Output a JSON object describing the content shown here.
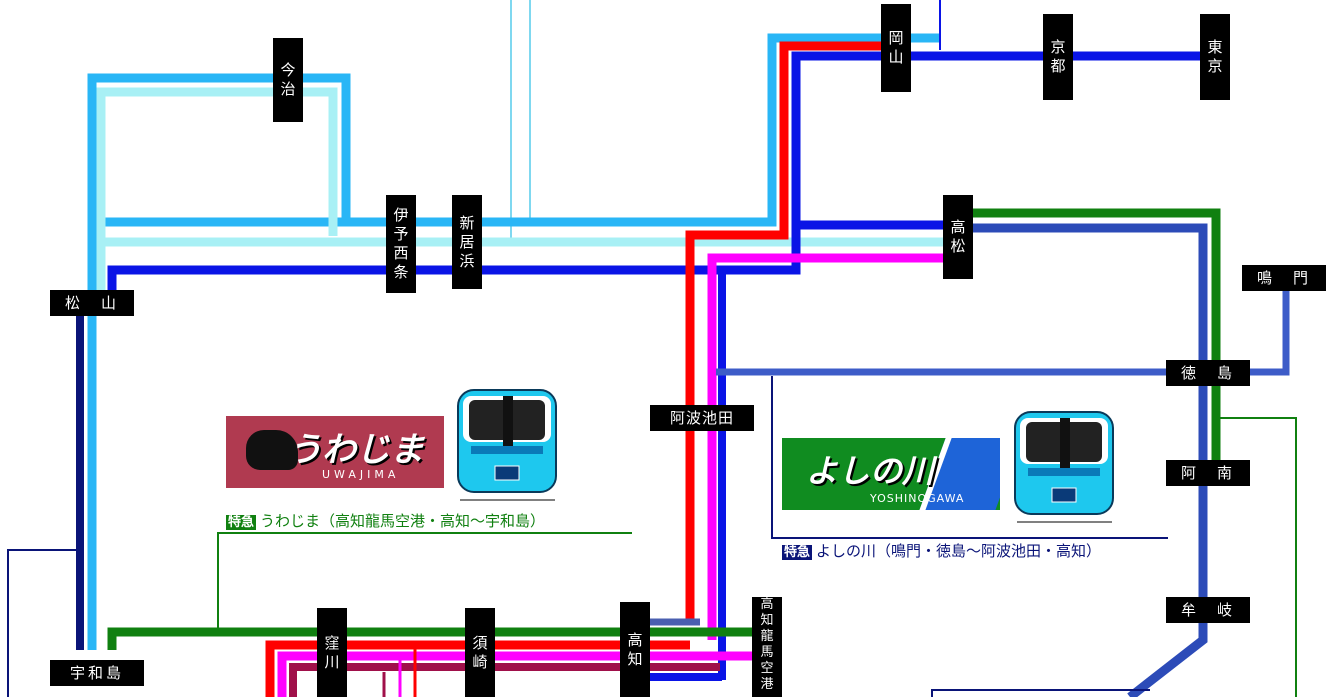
{
  "stations": {
    "imabari": [
      "今",
      "治"
    ],
    "iyosaijo": [
      "伊",
      "予",
      "西",
      "条"
    ],
    "niihama": [
      "新",
      "居",
      "浜"
    ],
    "okayama": [
      "岡",
      "山"
    ],
    "kyoto": [
      "京",
      "都"
    ],
    "tokyo": [
      "東",
      "京"
    ],
    "takamatsu": [
      "高",
      "松"
    ],
    "naruto": "鳴　門",
    "matsuyama": "松　山",
    "tokushima": "徳　島",
    "awaikeda": "阿波池田",
    "anan": "阿　南",
    "mugi": "牟　岐",
    "uwajima": "宇和島",
    "kubokawa": [
      "窪",
      "川"
    ],
    "susaki": [
      "須",
      "崎"
    ],
    "kochi": [
      "高",
      "知"
    ],
    "kochi_airport": [
      "高",
      "知",
      "龍",
      "馬",
      "空",
      "港"
    ]
  },
  "trains": {
    "uwajima": {
      "logo_text": "うわじま",
      "logo_romaji": "UWAJIMA",
      "tag": "特急",
      "caption": "うわじま（高知龍馬空港・高知～宇和島）"
    },
    "yoshinogawa": {
      "logo_text": "よしの川",
      "logo_romaji": "YOSHINOGAWA",
      "tag": "特急",
      "caption": "よしの川（鳴門・徳島～阿波池田・高知）"
    }
  },
  "colors": {
    "light_blue": "#29b6f6",
    "pale_cyan": "#a8f0f5",
    "blue": "#0a14e6",
    "navy": "#0a1478",
    "red": "#ff0000",
    "magenta": "#ff00ff",
    "green": "#108010",
    "steel_blue": "#2c4bb8",
    "mid_blue": "#3d5cc8",
    "maroon": "#a0104a",
    "logo_uwajima": "#b03a50",
    "logo_yoshinogawa": "#108c20"
  }
}
